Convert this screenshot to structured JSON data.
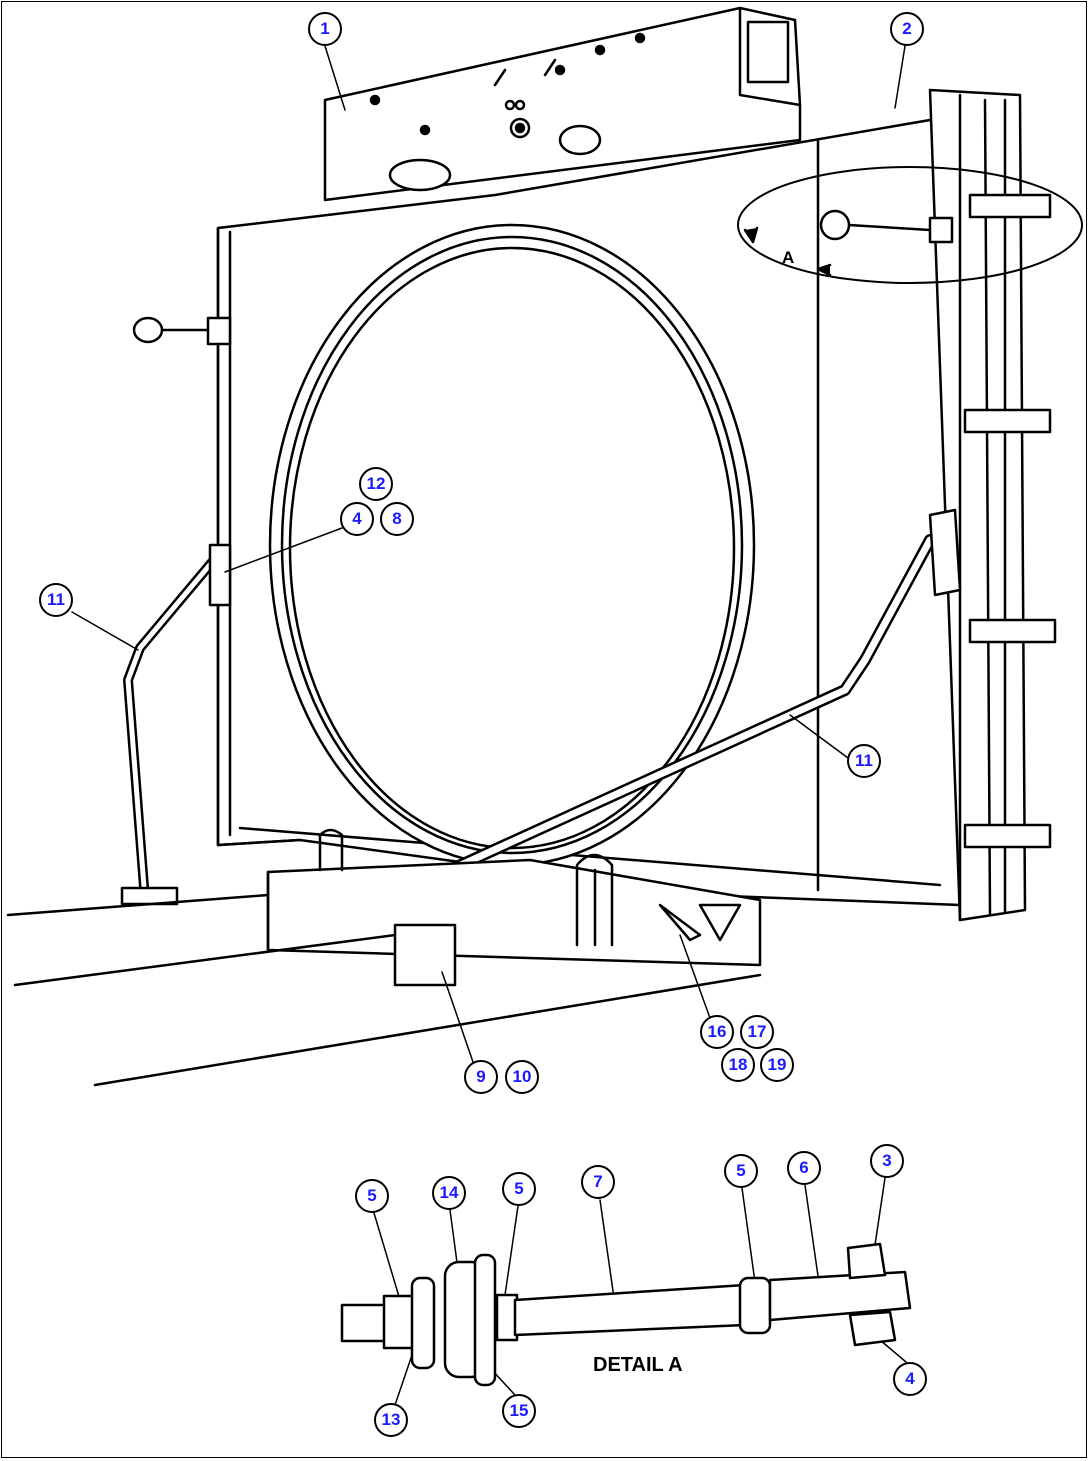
{
  "diagram": {
    "detail_label": "DETAIL A",
    "view_marker": "A",
    "colors": {
      "callout_text": "#1a1aff",
      "line": "#000000",
      "background": "#ffffff"
    },
    "callouts": [
      {
        "id": "c1",
        "label": "1"
      },
      {
        "id": "c2",
        "label": "2"
      },
      {
        "id": "c12",
        "label": "12"
      },
      {
        "id": "c4a",
        "label": "4"
      },
      {
        "id": "c8",
        "label": "8"
      },
      {
        "id": "c11a",
        "label": "11"
      },
      {
        "id": "c11b",
        "label": "11"
      },
      {
        "id": "c9",
        "label": "9"
      },
      {
        "id": "c10",
        "label": "10"
      },
      {
        "id": "c16",
        "label": "16"
      },
      {
        "id": "c17",
        "label": "17"
      },
      {
        "id": "c18",
        "label": "18"
      },
      {
        "id": "c19",
        "label": "19"
      },
      {
        "id": "c5a",
        "label": "5"
      },
      {
        "id": "c14",
        "label": "14"
      },
      {
        "id": "c5b",
        "label": "5"
      },
      {
        "id": "c7",
        "label": "7"
      },
      {
        "id": "c5c",
        "label": "5"
      },
      {
        "id": "c6",
        "label": "6"
      },
      {
        "id": "c3",
        "label": "3"
      },
      {
        "id": "c4b",
        "label": "4"
      },
      {
        "id": "c13",
        "label": "13"
      },
      {
        "id": "c15",
        "label": "15"
      }
    ]
  }
}
